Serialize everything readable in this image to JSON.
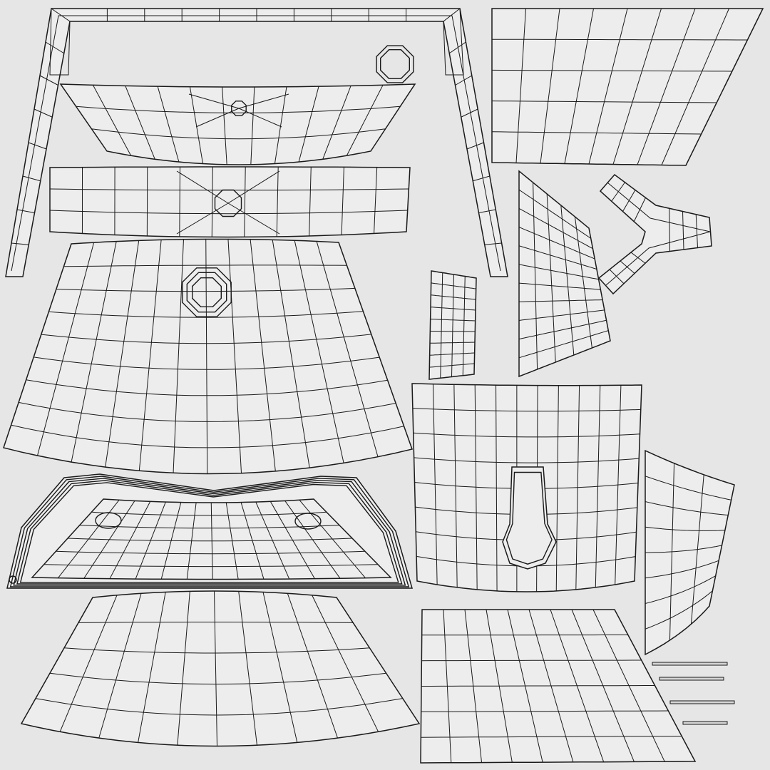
{
  "canvas": {
    "background": "#e6e6e6",
    "island_fill": "#ededed",
    "wire_color": "#1a1a1a"
  },
  "islands": [
    {
      "id": "top-frame",
      "kind": "frame"
    },
    {
      "id": "basin-top-strip",
      "kind": "grid",
      "u_divisions": 11,
      "v_divisions": 3,
      "hub": "octagon-small"
    },
    {
      "id": "basin-rim-band",
      "kind": "grid",
      "u_divisions": 11,
      "v_divisions": 3,
      "hub": "octagon-medium"
    },
    {
      "id": "basin-bowl",
      "kind": "grid",
      "u_divisions": 12,
      "v_divisions": 9,
      "hub": "octagon-large"
    },
    {
      "id": "basin-tray",
      "kind": "grid",
      "u_divisions": 14,
      "v_divisions": 6,
      "hub": "twin-ovals"
    },
    {
      "id": "base-fan",
      "kind": "grid",
      "u_divisions": 10,
      "v_divisions": 5
    },
    {
      "id": "side-panel-top-right",
      "kind": "grid",
      "u_divisions": 8,
      "v_divisions": 5
    },
    {
      "id": "narrow-curved-strip",
      "kind": "grid",
      "u_divisions": 4,
      "v_divisions": 9
    },
    {
      "id": "tall-curved-panel",
      "kind": "grid",
      "u_divisions": 5,
      "v_divisions": 11
    },
    {
      "id": "y-junction",
      "kind": "branch"
    },
    {
      "id": "cabinet-front",
      "kind": "grid",
      "u_divisions": 11,
      "v_divisions": 8,
      "hole": "keyhole"
    },
    {
      "id": "cabinet-side",
      "kind": "grid",
      "u_divisions": 3,
      "v_divisions": 8
    },
    {
      "id": "floor-panel",
      "kind": "grid",
      "u_divisions": 9,
      "v_divisions": 6
    },
    {
      "id": "tiny-strips",
      "kind": "strips",
      "count": 4
    }
  ]
}
